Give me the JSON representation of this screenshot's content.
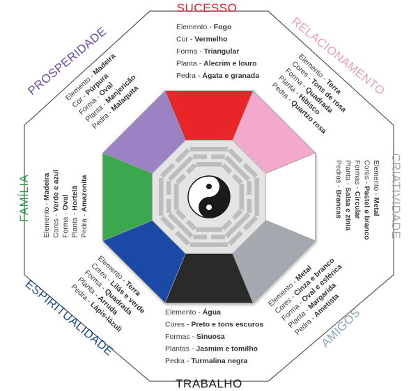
{
  "areas": [
    {
      "key": "sucesso",
      "title": "SUCESSO",
      "title_color": "#e21f26",
      "segment_color": "#e8272a",
      "lines": [
        {
          "label": "Elemento - ",
          "value": "Fogo"
        },
        {
          "label": "Cor - ",
          "value": "Vermelho"
        },
        {
          "label": "Forma - ",
          "value": "Triangular"
        },
        {
          "label": "Planta - ",
          "value": "Alecrim e louro"
        },
        {
          "label": "Pedra - ",
          "value": "Ágata e granada"
        }
      ]
    },
    {
      "key": "relacionamento",
      "title": "RELACIONAMENTO",
      "title_color": "#e8a0bb",
      "segment_color": "#f2a9cb",
      "lines": [
        {
          "label": "Elemento - ",
          "value": "Terra"
        },
        {
          "label": "Cores - ",
          "value": "Tons de rosa"
        },
        {
          "label": "Forma - ",
          "value": "Quadrada"
        },
        {
          "label": "Planta - ",
          "value": "Hibisco"
        },
        {
          "label": "Pedra - ",
          "value": "Quartzo rosa"
        }
      ]
    },
    {
      "key": "criatividade",
      "title": "CRIATIVIDADE",
      "title_color": "#a7a7a7",
      "segment_color": "#ffffff",
      "lines": [
        {
          "label": "Elemento - ",
          "value": "Metal"
        },
        {
          "label": "Cores - ",
          "value": "Pastel e branco"
        },
        {
          "label": "Formas - ",
          "value": "Circular"
        },
        {
          "label": "Planta - ",
          "value": "Salsa e zínia"
        },
        {
          "label": "Pedras - ",
          "value": "Brancas"
        }
      ]
    },
    {
      "key": "amigos",
      "title": "AMIGOS",
      "title_color": "#8aa6b9",
      "segment_color": "#a4aab0",
      "lines": [
        {
          "label": "Elemento - ",
          "value": "Metal"
        },
        {
          "label": "Cores - ",
          "value": "Cinza e branco"
        },
        {
          "label": "Forma - ",
          "value": "Oval e esférica"
        },
        {
          "label": "Planta - ",
          "value": "Margarida"
        },
        {
          "label": "Pedra - ",
          "value": "Ametista"
        }
      ]
    },
    {
      "key": "trabalho",
      "title": "TRABALHO",
      "title_color": "#1a1a1a",
      "segment_color": "#2b2b2b",
      "lines": [
        {
          "label": "Elemento - ",
          "value": "Água"
        },
        {
          "label": "Cores - ",
          "value": "Preto e tons escuros"
        },
        {
          "label": "Formas - ",
          "value": "Sinuosa"
        },
        {
          "label": "Plantas - ",
          "value": "Jasmim e tomilho"
        },
        {
          "label": "Pedra - ",
          "value": "Turmalina negra"
        }
      ]
    },
    {
      "key": "espiritualidade",
      "title": "ESPIRITUALIDADE",
      "title_color": "#1d4e8f",
      "segment_color": "#1c48a6",
      "lines": [
        {
          "label": "Elemento - ",
          "value": "Terra"
        },
        {
          "label": "Cores - ",
          "value": "Lilás e verde"
        },
        {
          "label": "Forma - ",
          "value": "Quadrada"
        },
        {
          "label": "Planta - ",
          "value": "Arruda"
        },
        {
          "label": "Pedra - ",
          "value": "Lápis-lázuli"
        }
      ]
    },
    {
      "key": "familia",
      "title": "FAMÍLIA",
      "title_color": "#2f9a4c",
      "segment_color": "#3aa850",
      "lines": [
        {
          "label": "Elemento - ",
          "value": "Madeira"
        },
        {
          "label": "Cores - ",
          "value": "Verde e azul"
        },
        {
          "label": "Forma - ",
          "value": "Oval"
        },
        {
          "label": "Planta - ",
          "value": "Hortelã"
        },
        {
          "label": "Pedra - ",
          "value": "Amazonita"
        }
      ]
    },
    {
      "key": "prosperidade",
      "title": "PROSPERIDADE",
      "title_color": "#6b4ca0",
      "segment_color": "#9a82c4",
      "lines": [
        {
          "label": "Elemento - ",
          "value": "Madeira"
        },
        {
          "label": "Cor - ",
          "value": "Púrpura"
        },
        {
          "label": "Forma - ",
          "value": "Oval"
        },
        {
          "label": "Planta - ",
          "value": "Manjericão"
        },
        {
          "label": "Pedra - ",
          "value": "Malaquita"
        }
      ]
    }
  ]
}
